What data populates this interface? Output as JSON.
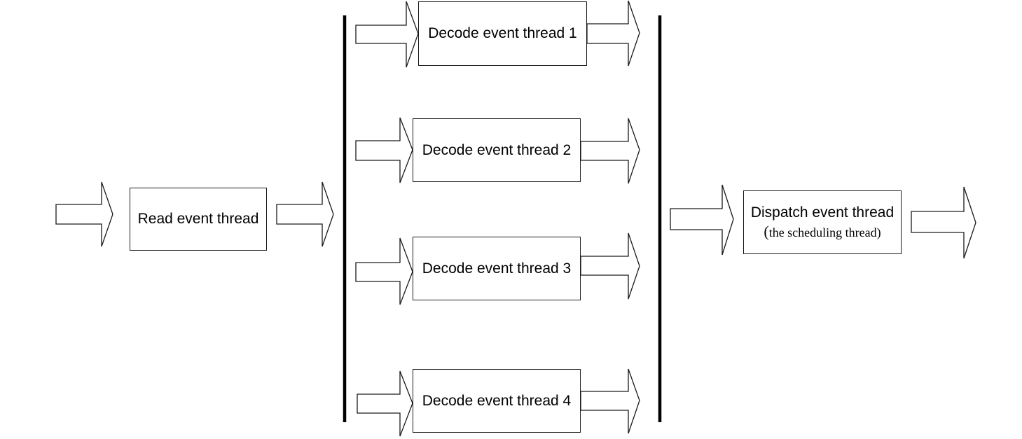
{
  "diagram": {
    "read": {
      "label": "Read event thread"
    },
    "decoders": [
      {
        "label": "Decode event thread 1"
      },
      {
        "label": "Decode event thread 2"
      },
      {
        "label": "Decode event thread 3"
      },
      {
        "label": "Decode event thread 4"
      }
    ],
    "dispatch": {
      "label": "Dispatch event thread",
      "sublabel_open": "(",
      "sublabel": "the scheduling thread",
      "sublabel_close": ")"
    }
  }
}
